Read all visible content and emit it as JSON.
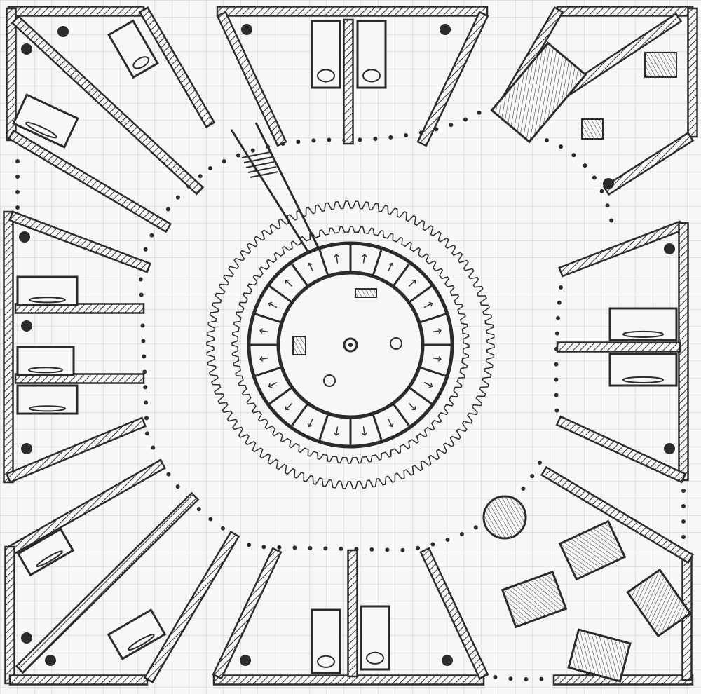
{
  "map": {
    "paper_color": "#f7f7f5",
    "grid_color": "#c9cdd2",
    "ink_color": "#2b2b2b",
    "features": [
      "hatched-walls",
      "central-round-chamber",
      "stairs",
      "dotted-path",
      "beds",
      "tables",
      "pillars"
    ]
  }
}
